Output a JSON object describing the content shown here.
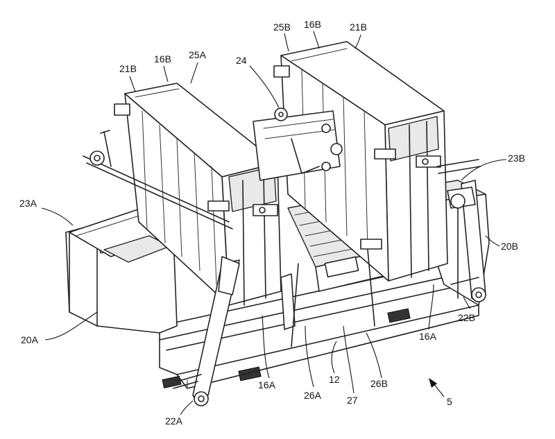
{
  "figure": {
    "reference_number": "5",
    "labels": {
      "l12": "12",
      "l16a_mid": "16A",
      "l16a_right": "16A",
      "l16b_left": "16B",
      "l16b_right": "16B",
      "l20a": "20A",
      "l20b": "20B",
      "l21b_left": "21B",
      "l21b_right": "21B",
      "l22a": "22A",
      "l22b": "22B",
      "l23a": "23A",
      "l23b": "23B",
      "l24": "24",
      "l25a": "25A",
      "l25b": "25B",
      "l26a": "26A",
      "l26b": "26B",
      "l27": "27"
    }
  }
}
